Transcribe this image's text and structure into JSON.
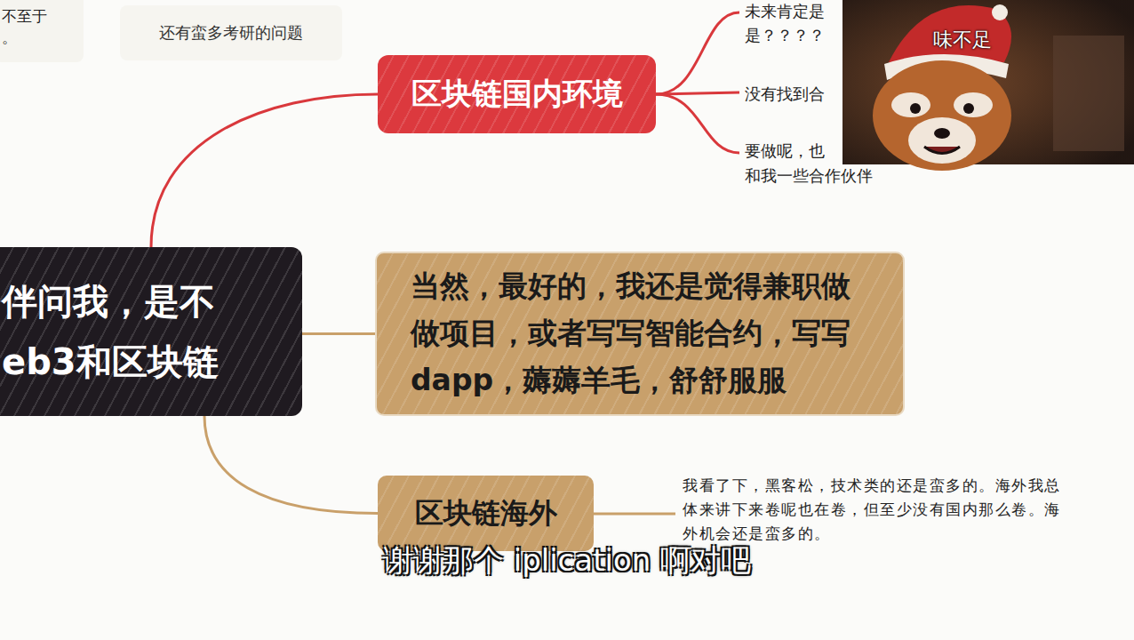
{
  "diagram": {
    "caption": "谢谢那个 iplication 啊对吧",
    "nodes": [
      {
        "text": [
          "不至于 。"
        ]
      },
      {
        "text": [
          "还有蛮多考研的问题"
        ]
      },
      {
        "text": [
          "伴问我，是不 eb3和区块链"
        ]
      },
      {
        "text": [
          "区块链国内环境"
        ]
      },
      {
        "text": [
          "当然，最好的，我还是觉得兼职做做项目，或者写写智能合约，写写dapp，薅薅羊毛，舒舒服服"
        ]
      },
      {
        "text": [
          "区块链海外"
        ]
      }
    ],
    "edges": [
      {
        "from": 2,
        "to": 3,
        "arrow": "none"
      },
      {
        "from": 2,
        "to": 4,
        "arrow": "none"
      },
      {
        "from": 2,
        "to": 5,
        "arrow": "none"
      }
    ],
    "labels": [
      "未来肯定是 是？？？？",
      "没有找到合",
      "要做呢，也 和我一些合作伙伴",
      "味不足",
      "我看了下，黑客松，技术类的还是蛮多的。海外我总 体来讲下来卷呢也在卷，但至少没有国内那么卷。海 外机会还是蛮多的。"
    ]
  }
}
